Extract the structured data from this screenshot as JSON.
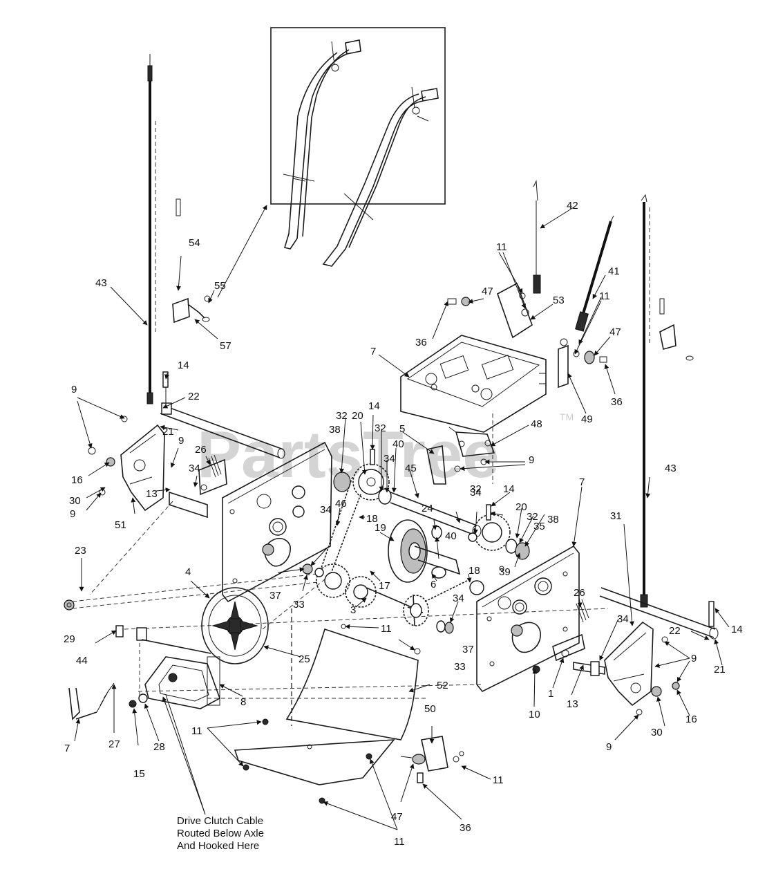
{
  "watermark": {
    "text": "PartsTree",
    "trademark": "TM"
  },
  "note": {
    "lines": [
      "Drive Clutch Cable",
      "Routed Below Axle",
      "And Hooked Here"
    ]
  },
  "callouts": [
    "1",
    "3",
    "4",
    "5",
    "6",
    "7",
    "7",
    "7",
    "7",
    "8",
    "9",
    "9",
    "9",
    "9",
    "9",
    "9",
    "9",
    "9",
    "10",
    "11",
    "11",
    "11",
    "11",
    "11",
    "11",
    "13",
    "13",
    "14",
    "14",
    "14",
    "14",
    "15",
    "16",
    "16",
    "17",
    "18",
    "18",
    "19",
    "20",
    "20",
    "21",
    "21",
    "22",
    "22",
    "23",
    "24",
    "25",
    "26",
    "26",
    "27",
    "28",
    "29",
    "30",
    "30",
    "31",
    "32",
    "32",
    "32",
    "32",
    "33",
    "33",
    "34",
    "34",
    "34",
    "34",
    "34",
    "34",
    "35",
    "36",
    "36",
    "36",
    "37",
    "37",
    "38",
    "38",
    "39",
    "40",
    "40",
    "41",
    "42",
    "43",
    "43",
    "44",
    "45",
    "46",
    "47",
    "47",
    "47",
    "48",
    "49",
    "50",
    "51",
    "52",
    "53",
    "54",
    "55",
    "57"
  ]
}
